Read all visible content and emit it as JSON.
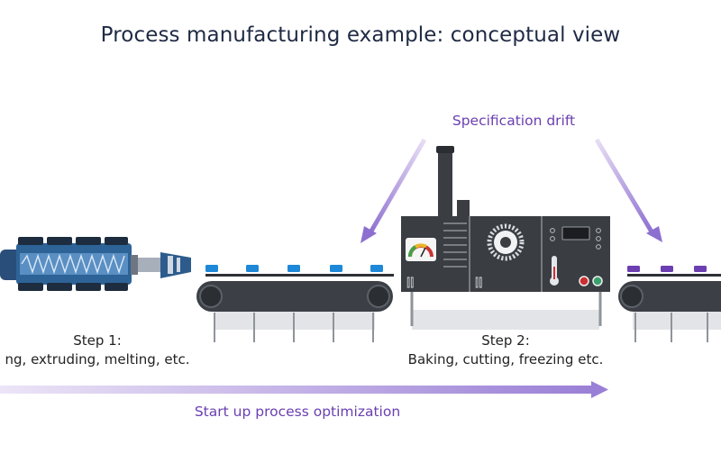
{
  "title": "Process manufacturing example: conceptual view",
  "spec_drift_label": "Specification drift",
  "step1": {
    "heading": "Step 1:",
    "description": "ng, extruding, melting, etc."
  },
  "step2": {
    "heading": "Step 2:",
    "description": "Baking, cutting, freezing etc."
  },
  "optimization_label": "Start up process optimization",
  "colors": {
    "accent": "#6a3fb0",
    "product_step1": "#1e88d8",
    "product_step2": "#6b3fb2",
    "machine_dark": "#3a3d42",
    "extruder_blue": "#2a5d8f"
  }
}
